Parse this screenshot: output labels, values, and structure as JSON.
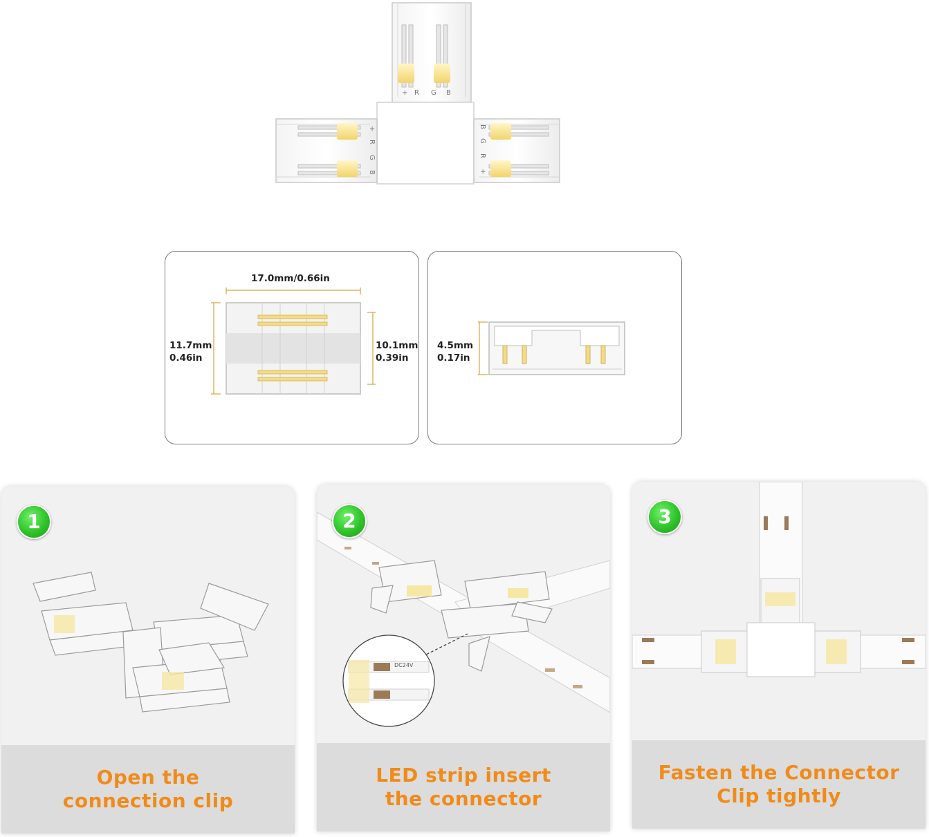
{
  "connector": {
    "pin_labels_top": [
      "+",
      "R",
      "G",
      "B"
    ],
    "pin_labels_left": [
      "+",
      "R",
      "G",
      "B"
    ],
    "pin_labels_right": [
      "B",
      "G",
      "R",
      "+"
    ]
  },
  "dimensions": {
    "width": "17.0mm/0.66in",
    "height_outer_mm": "11.7mm",
    "height_outer_in": "0.46in",
    "height_inner_mm": "10.1mm",
    "height_inner_in": "0.39in",
    "thickness_mm": "4.5mm",
    "thickness_in": "0.17in"
  },
  "steps": [
    {
      "number": "1",
      "label": "Open the\nconnection clip"
    },
    {
      "number": "2",
      "label": "LED strip insert\nthe connector"
    },
    {
      "number": "3",
      "label": "Fasten the Connector\nClip tightly"
    }
  ],
  "strip_marking": "DC24V",
  "colors": {
    "accent_orange": "#f08b1a",
    "badge_green": "#2fc42a",
    "dimension_line": "#d9a13b"
  }
}
